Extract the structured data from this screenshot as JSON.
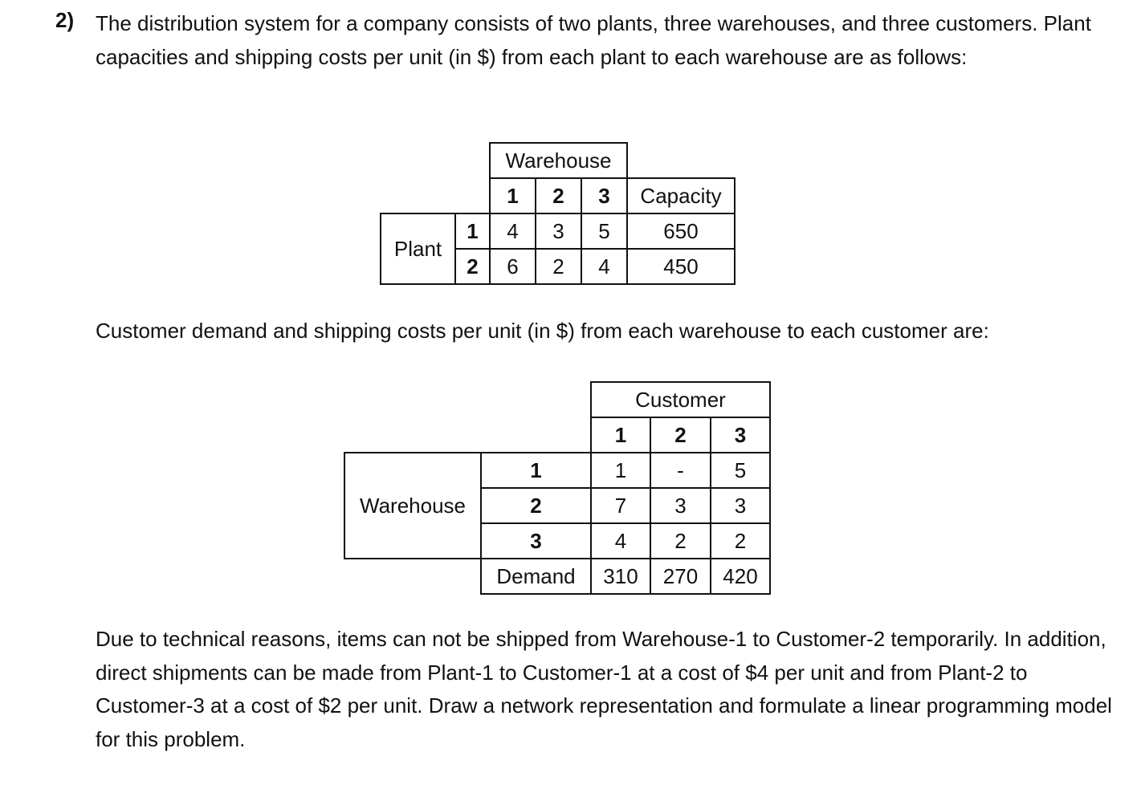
{
  "problem": {
    "number": "2)",
    "intro": "The distribution system for a company consists of two plants, three warehouses, and three customers. Plant capacities and shipping costs per unit (in $) from each plant to each warehouse are as follows:",
    "customer_intro": "Customer demand and shipping costs per unit (in $) from each warehouse to each customer are:",
    "closing": "Due to technical reasons, items can not be shipped from Warehouse-1 to Customer-2 temporarily. In addition, direct shipments can be made from Plant-1 to Customer-1 at a cost of $4 per unit and from Plant-2 to Customer-3 at a cost of $2 per unit. Draw a network representation and formulate a linear programming model for this problem."
  },
  "plant_table": {
    "col_group": "Warehouse",
    "col_ids": [
      "1",
      "2",
      "3"
    ],
    "capacity_header": "Capacity",
    "row_group": "Plant",
    "rows": [
      {
        "id": "1",
        "costs": [
          "4",
          "3",
          "5"
        ],
        "capacity": "650"
      },
      {
        "id": "2",
        "costs": [
          "6",
          "2",
          "4"
        ],
        "capacity": "450"
      }
    ]
  },
  "warehouse_table": {
    "col_group": "Customer",
    "col_ids": [
      "1",
      "2",
      "3"
    ],
    "row_group": "Warehouse",
    "rows": [
      {
        "id": "1",
        "costs": [
          "1",
          "-",
          "5"
        ]
      },
      {
        "id": "2",
        "costs": [
          "7",
          "3",
          "3"
        ]
      },
      {
        "id": "3",
        "costs": [
          "4",
          "2",
          "2"
        ]
      }
    ],
    "demand_label": "Demand",
    "demand": [
      "310",
      "270",
      "420"
    ]
  }
}
